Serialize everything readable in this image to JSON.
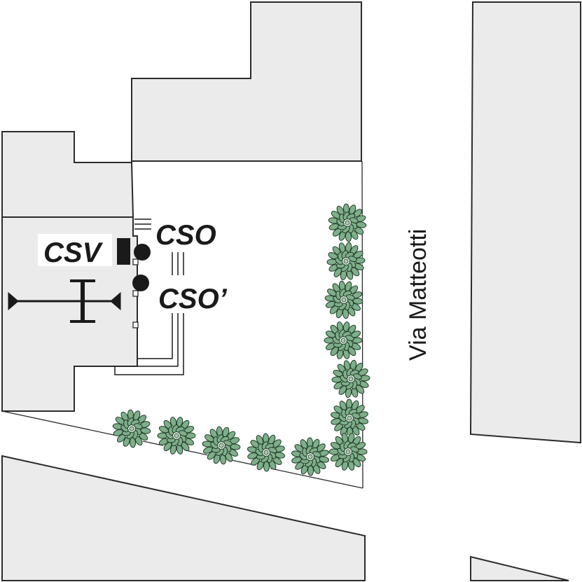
{
  "labels": {
    "csv": "CSV",
    "cso": "CSO",
    "cso_prime": "CSO’",
    "street": "Via Matteotti"
  },
  "icons": {
    "csv_marker": "filled-rectangle",
    "cso_marker": "filled-circle",
    "entrance": "double-t-arrow-symbol",
    "tree": "tree-canopy-icon"
  },
  "colors": {
    "building_fill": "#ebebeb",
    "outline": "#2b2b2b",
    "tree_fill": "#7fae8a",
    "label_text": "#1a1a1a"
  }
}
